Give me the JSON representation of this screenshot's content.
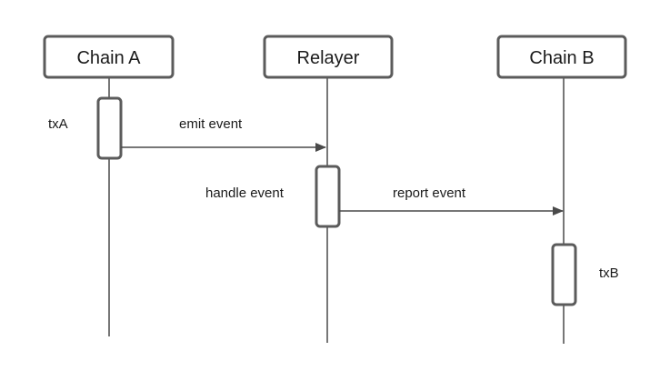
{
  "participants": {
    "chain_a": "Chain A",
    "relayer": "Relayer",
    "chain_b": "Chain B"
  },
  "activations": {
    "tx_a": "txA",
    "handle_event": "handle event",
    "tx_b": "txB"
  },
  "messages": {
    "emit_event": "emit event",
    "report_event": "report event"
  },
  "colors": {
    "stroke": "#5b5b5b",
    "line": "#4a4a4a",
    "text": "#1a1a1a",
    "fill": "#ffffff"
  }
}
